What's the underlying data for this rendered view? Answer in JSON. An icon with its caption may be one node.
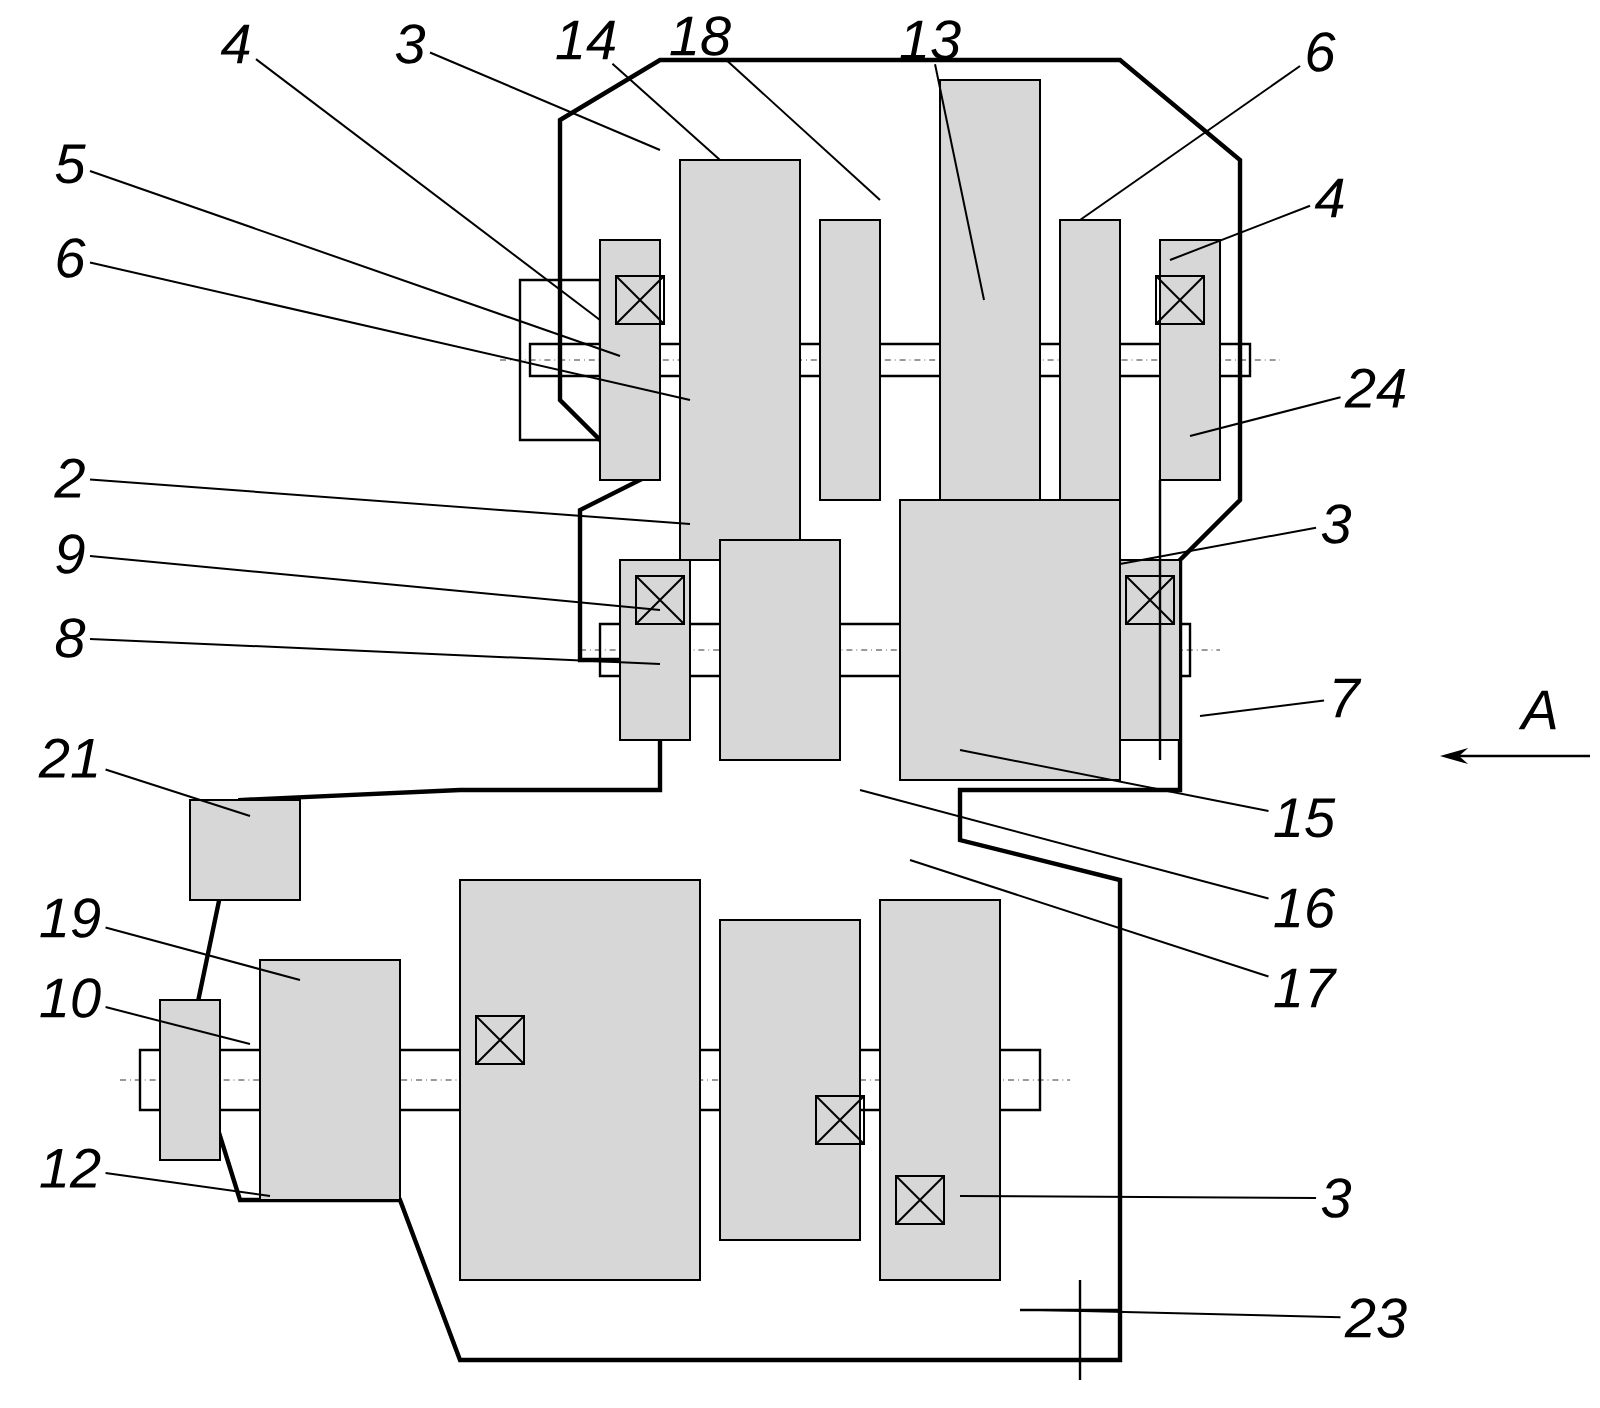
{
  "diagram": {
    "nodes": [
      {
        "text": [
          "4"
        ]
      },
      {
        "text": [
          "3"
        ]
      },
      {
        "text": [
          "14"
        ]
      },
      {
        "text": [
          "18"
        ]
      },
      {
        "text": [
          "13"
        ]
      },
      {
        "text": [
          "6"
        ]
      },
      {
        "text": [
          "5"
        ]
      },
      {
        "text": [
          "4"
        ]
      },
      {
        "text": [
          "6"
        ]
      },
      {
        "text": [
          "24"
        ]
      },
      {
        "text": [
          "2"
        ]
      },
      {
        "text": [
          "3"
        ]
      },
      {
        "text": [
          "9"
        ]
      },
      {
        "text": [
          "8"
        ]
      },
      {
        "text": [
          "7"
        ]
      },
      {
        "text": [
          "21"
        ]
      },
      {
        "text": [
          "15"
        ]
      },
      {
        "text": [
          "19"
        ]
      },
      {
        "text": [
          "16"
        ]
      },
      {
        "text": [
          "10"
        ]
      },
      {
        "text": [
          "17"
        ]
      },
      {
        "text": [
          "12"
        ]
      },
      {
        "text": [
          "3"
        ]
      },
      {
        "text": [
          "23"
        ]
      }
    ],
    "edges": [
      {
        "from": 0,
        "to": null,
        "arrow": "none"
      },
      {
        "from": 1,
        "to": null,
        "arrow": "none"
      },
      {
        "from": 2,
        "to": null,
        "arrow": "none"
      },
      {
        "from": 3,
        "to": null,
        "arrow": "none"
      },
      {
        "from": 4,
        "to": null,
        "arrow": "none"
      },
      {
        "from": 5,
        "to": null,
        "arrow": "none"
      },
      {
        "from": 6,
        "to": null,
        "arrow": "none"
      },
      {
        "from": 7,
        "to": null,
        "arrow": "none"
      },
      {
        "from": 8,
        "to": null,
        "arrow": "none"
      },
      {
        "from": 9,
        "to": null,
        "arrow": "none"
      },
      {
        "from": 10,
        "to": null,
        "arrow": "none"
      },
      {
        "from": 11,
        "to": null,
        "arrow": "none"
      },
      {
        "from": 12,
        "to": null,
        "arrow": "none"
      },
      {
        "from": 13,
        "to": null,
        "arrow": "none"
      },
      {
        "from": 14,
        "to": null,
        "arrow": "none"
      },
      {
        "from": 15,
        "to": null,
        "arrow": "none"
      },
      {
        "from": 16,
        "to": null,
        "arrow": "none"
      },
      {
        "from": 17,
        "to": null,
        "arrow": "none"
      },
      {
        "from": 18,
        "to": null,
        "arrow": "none"
      },
      {
        "from": 19,
        "to": null,
        "arrow": "none"
      },
      {
        "from": 20,
        "to": null,
        "arrow": "none"
      },
      {
        "from": 21,
        "to": null,
        "arrow": "none"
      },
      {
        "from": 22,
        "to": null,
        "arrow": "none"
      },
      {
        "from": 23,
        "to": null,
        "arrow": "none"
      }
    ],
    "labels": [
      "A"
    ]
  }
}
